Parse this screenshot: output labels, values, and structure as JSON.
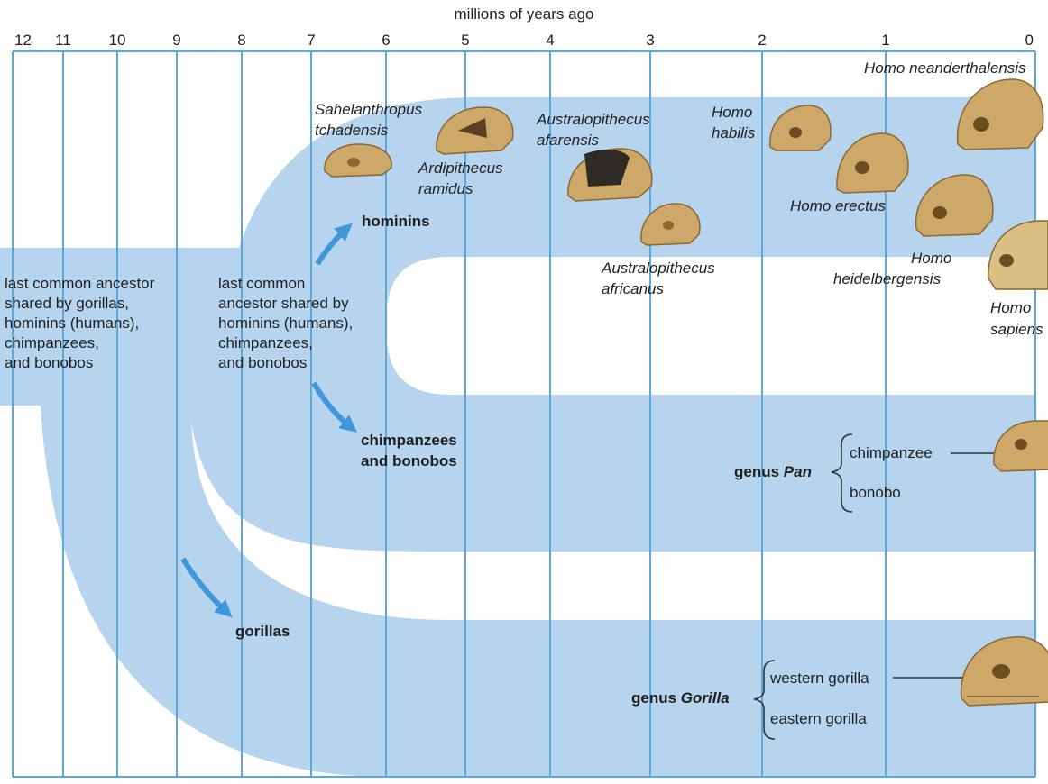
{
  "colors": {
    "band": "#b6d4ee",
    "line": "#5ba8dd",
    "arrow": "#3f97d9",
    "skull": "#cda868",
    "skull_dark": "#8a6733",
    "text": "#1f1f1f"
  },
  "axis": {
    "title": "millions of years ago",
    "ticks": [
      "12",
      "11",
      "10",
      "9",
      "8",
      "7",
      "6",
      "5",
      "4",
      "3",
      "2",
      "1",
      "0"
    ]
  },
  "labels": {
    "root_ancestor": [
      "last common ancestor",
      "shared by gorillas,",
      "hominins (humans),",
      "chimpanzees,",
      "and bonobos"
    ],
    "second_ancestor": [
      "last common",
      "ancestor shared by",
      "hominins (humans),",
      "chimpanzees,",
      "and bonobos"
    ],
    "hominins": "hominins",
    "chimps": [
      "chimpanzees",
      "and bonobos"
    ],
    "gorillas": "gorillas",
    "genus_pan_prefix": "genus ",
    "genus_pan_name": "Pan",
    "chimpanzee": "chimpanzee",
    "bonobo": "bonobo",
    "genus_gorilla_prefix": "genus ",
    "genus_gorilla_name": "Gorilla",
    "western_gorilla": "western gorilla",
    "eastern_gorilla": "eastern gorilla"
  },
  "species": {
    "sahelanthropus": [
      "Sahelanthropus",
      "tchadensis"
    ],
    "ardipithecus": [
      "Ardipithecus",
      "ramidus"
    ],
    "afarensis": [
      "Australopithecus",
      "afarensis"
    ],
    "africanus": [
      "Australopithecus",
      "africanus"
    ],
    "habilis": [
      "Homo",
      "habilis"
    ],
    "erectus": "Homo erectus",
    "heidelbergensis": [
      "Homo",
      "heidelbergensis"
    ],
    "neanderthalensis": "Homo neanderthalensis",
    "sapiens": [
      "Homo",
      "sapiens"
    ]
  }
}
